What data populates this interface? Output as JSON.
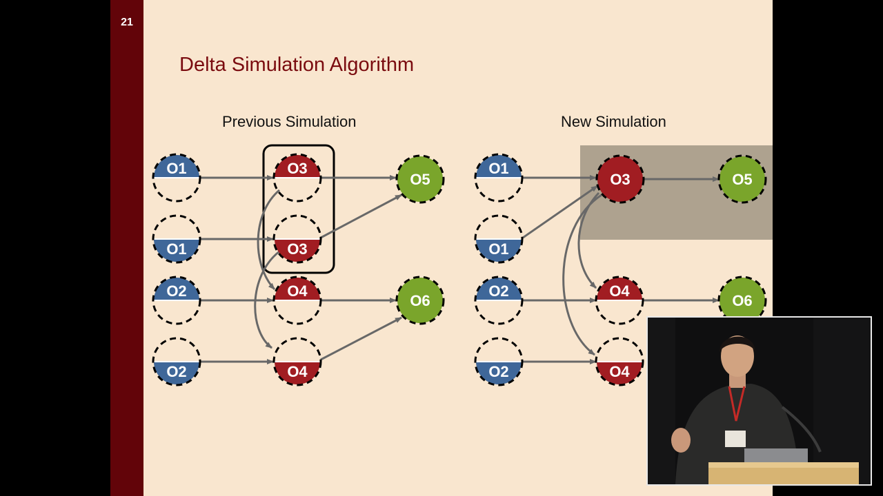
{
  "slide": {
    "number": "21",
    "title": "Delta Simulation Algorithm",
    "left_heading": "Previous Simulation",
    "right_heading": "New Simulation"
  },
  "colors": {
    "blue": "#3f6799",
    "red": "#a11d22",
    "green": "#7aa52b",
    "arrow": "#686868",
    "highlight_box": "#aea28f",
    "slide_bg": "#f9e6cf",
    "sidebar": "#620409"
  },
  "diagrams": {
    "previous": {
      "nodes": [
        {
          "label": "O1",
          "color": "blue",
          "half": "top"
        },
        {
          "label": "O1",
          "color": "blue",
          "half": "bottom"
        },
        {
          "label": "O2",
          "color": "blue",
          "half": "top"
        },
        {
          "label": "O2",
          "color": "blue",
          "half": "bottom"
        },
        {
          "label": "O3",
          "color": "red",
          "half": "top"
        },
        {
          "label": "O3",
          "color": "red",
          "half": "bottom"
        },
        {
          "label": "O4",
          "color": "red",
          "half": "top"
        },
        {
          "label": "O4",
          "color": "red",
          "half": "bottom"
        },
        {
          "label": "O5",
          "color": "green",
          "half": "full"
        },
        {
          "label": "O6",
          "color": "green",
          "half": "full"
        }
      ]
    },
    "new": {
      "nodes": [
        {
          "label": "O1",
          "color": "blue",
          "half": "top"
        },
        {
          "label": "O1",
          "color": "blue",
          "half": "bottom"
        },
        {
          "label": "O2",
          "color": "blue",
          "half": "top"
        },
        {
          "label": "O2",
          "color": "blue",
          "half": "bottom"
        },
        {
          "label": "O3",
          "color": "red",
          "half": "full"
        },
        {
          "label": "O4",
          "color": "red",
          "half": "top"
        },
        {
          "label": "O4",
          "color": "red",
          "half": "bottom"
        },
        {
          "label": "O5",
          "color": "green",
          "half": "full"
        },
        {
          "label": "O6",
          "color": "green",
          "half": "full"
        }
      ]
    }
  }
}
